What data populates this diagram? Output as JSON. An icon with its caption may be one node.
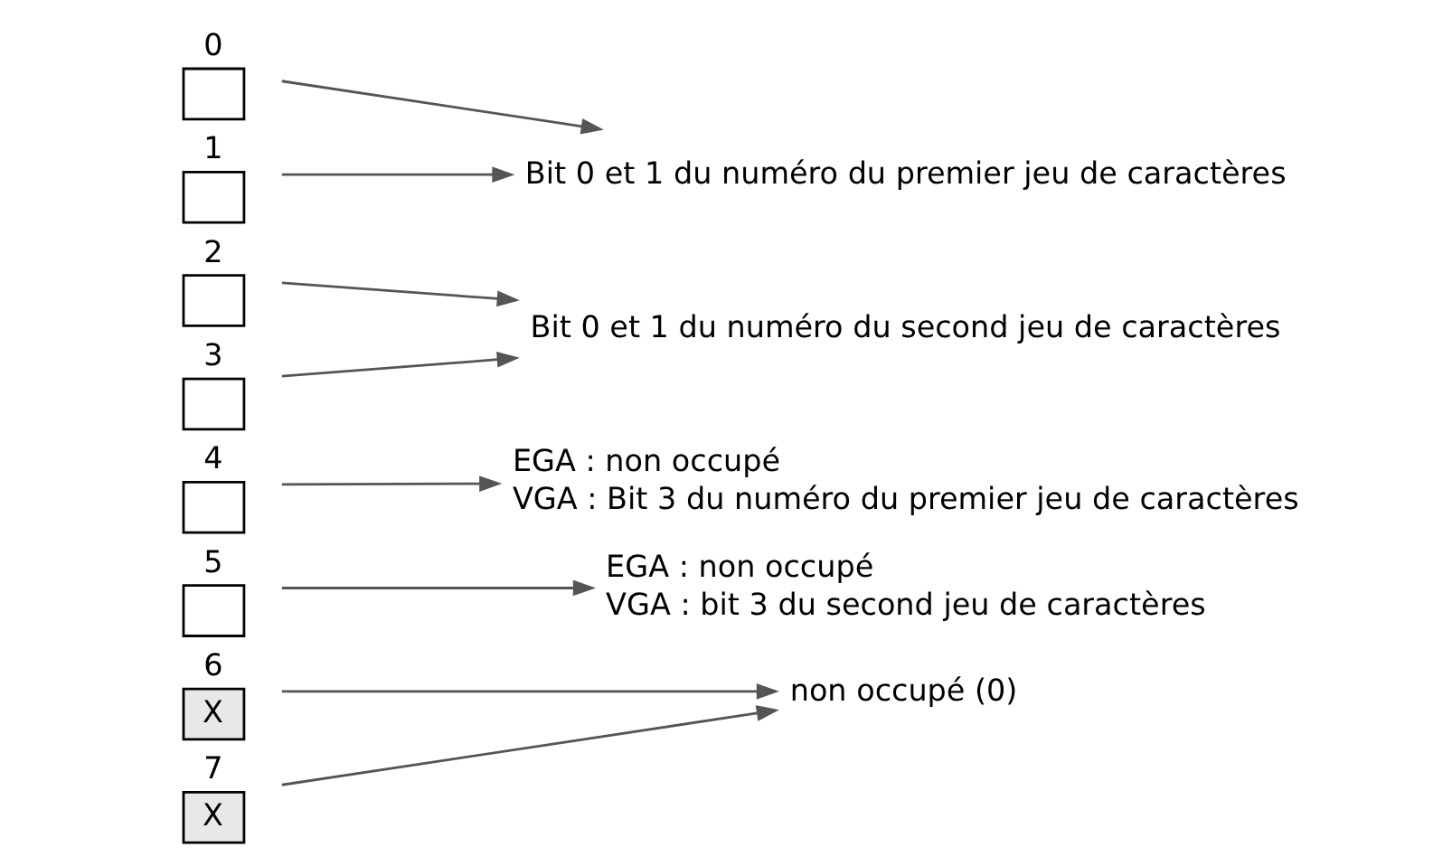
{
  "diagram": {
    "nodes": [
      {
        "text": [
          "X"
        ],
        "beside": [
          "7"
        ]
      },
      {
        "text": [
          "X"
        ],
        "beside": [
          "6"
        ]
      },
      {
        "text": [],
        "shape": "box",
        "beside": [
          "5"
        ]
      },
      {
        "text": [],
        "shape": "box",
        "beside": [
          "4"
        ]
      },
      {
        "text": [],
        "shape": "box",
        "beside": [
          "3"
        ]
      },
      {
        "text": [],
        "shape": "box",
        "beside": [
          "2"
        ]
      },
      {
        "text": [],
        "shape": "box",
        "beside": [
          "1"
        ]
      },
      {
        "text": [],
        "shape": "box",
        "beside": [
          "0"
        ]
      },
      {
        "text": [
          "Bit 0 et 1 du numéro du premier jeu de caractères"
        ]
      },
      {
        "text": [
          "Bit 0 et 1 du numéro du second jeu de caractères"
        ]
      },
      {
        "text": [
          "EGA : non occupé",
          "VGA : Bit 3 du numéro du premier jeu de caractères"
        ]
      },
      {
        "text": [
          "EGA : non occupé",
          "VGA : bit 3 du second jeu de caractères"
        ]
      },
      {
        "text": [
          "non occupé (0)"
        ]
      }
    ],
    "edges": [
      {
        "from": 7,
        "to": 8,
        "arrow": "to"
      },
      {
        "from": 6,
        "to": 8,
        "arrow": "to"
      },
      {
        "from": 5,
        "to": 9,
        "arrow": "to"
      },
      {
        "from": 4,
        "to": 9,
        "arrow": "to"
      },
      {
        "from": 3,
        "to": 10,
        "arrow": "to"
      },
      {
        "from": 2,
        "to": 11,
        "arrow": "to"
      },
      {
        "from": 1,
        "to": 12,
        "arrow": "to"
      },
      {
        "from": 0,
        "to": 12,
        "arrow": "to"
      }
    ]
  }
}
